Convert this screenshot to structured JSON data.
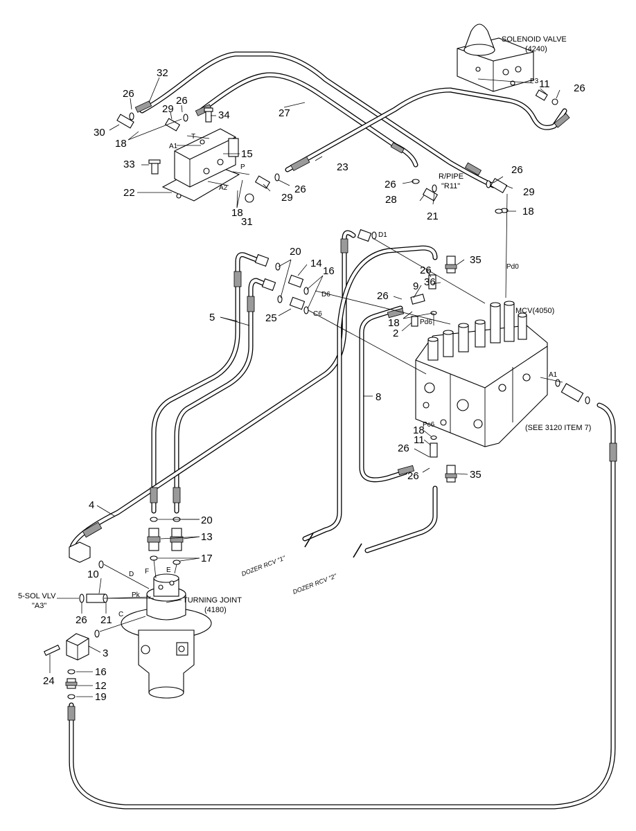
{
  "components": {
    "solenoid_valve": {
      "name": "SOLENOID VALVE",
      "code": "(4240)"
    },
    "mcv": {
      "name": "MCV(4050)"
    },
    "turning_joint": {
      "name": "TURNING JOINT",
      "code": "(4180)"
    },
    "r_pipe": {
      "name": "R/PIPE",
      "code": "\"R11\""
    },
    "sol_vlv": {
      "name": "5-SOL VLV",
      "code": "\"A3\""
    }
  },
  "notes": {
    "see_ref": "(SEE 3120 ITEM 7)",
    "dozer_rcv_1": "DOZER RCV \"1\"",
    "dozer_rcv_2": "DOZER RCV \"2\""
  },
  "port_labels": {
    "p3": "P3",
    "a1_block": "A1",
    "t": "T",
    "p": "P",
    "a2": "A2",
    "d1": "D1",
    "d6": "D6",
    "c6": "C6",
    "pd0": "Pd0",
    "pd6": "Pd6",
    "pc6": "Pc6",
    "a1_mcv": "A1",
    "d": "D",
    "f": "F",
    "e": "E",
    "pk": "Pk",
    "c": "C"
  },
  "callouts": {
    "n32": "32",
    "n26a": "26",
    "n26b": "26",
    "n29a": "29",
    "n34": "34",
    "n30": "30",
    "n18a": "18",
    "n15": "15",
    "n33": "33",
    "n22": "22",
    "n18b": "18",
    "n31": "31",
    "n29b": "29",
    "n26c": "26",
    "n27": "27",
    "n23": "23",
    "n11a": "11",
    "n26d": "26",
    "n26e": "26",
    "n28": "28",
    "n21a": "21",
    "n26f": "26",
    "n29c": "29",
    "n18c": "18",
    "n20a": "20",
    "n14": "14",
    "n16a": "16",
    "n5": "5",
    "n25": "25",
    "n35a": "35",
    "n26g": "26",
    "n9": "9",
    "n36": "36",
    "n26h": "26",
    "n18d": "18",
    "n2": "2",
    "n8": "8",
    "n18e": "18",
    "n11b": "11",
    "n26i": "26",
    "n26j": "26",
    "n35b": "35",
    "n4": "4",
    "n20b": "20",
    "n13": "13",
    "n17": "17",
    "n10": "10",
    "n26k": "26",
    "n21b": "21",
    "n3": "3",
    "n24": "24",
    "n16b": "16",
    "n12": "12",
    "n19": "19"
  }
}
